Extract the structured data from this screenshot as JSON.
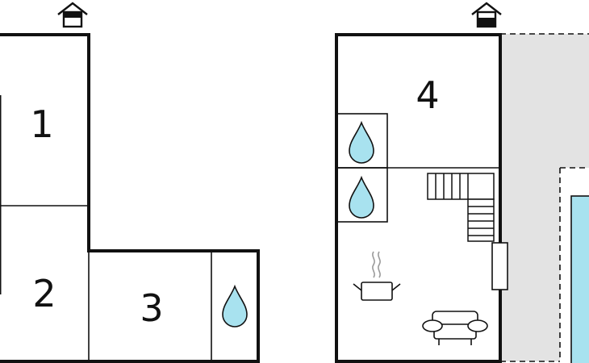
{
  "plan": {
    "colors": {
      "wall": "#111111",
      "water": "#a8e2ef",
      "terrace": "#e3e3e3",
      "pool": "#a8e2ef",
      "background": "#ffffff"
    },
    "rooms": [
      {
        "label": "1"
      },
      {
        "label": "2"
      },
      {
        "label": "3"
      },
      {
        "label": "4"
      }
    ],
    "icons": [
      "entrance-house-icon",
      "water-drop-icon",
      "stairs-icon",
      "cooking-pot-icon",
      "sofa-icon"
    ]
  }
}
